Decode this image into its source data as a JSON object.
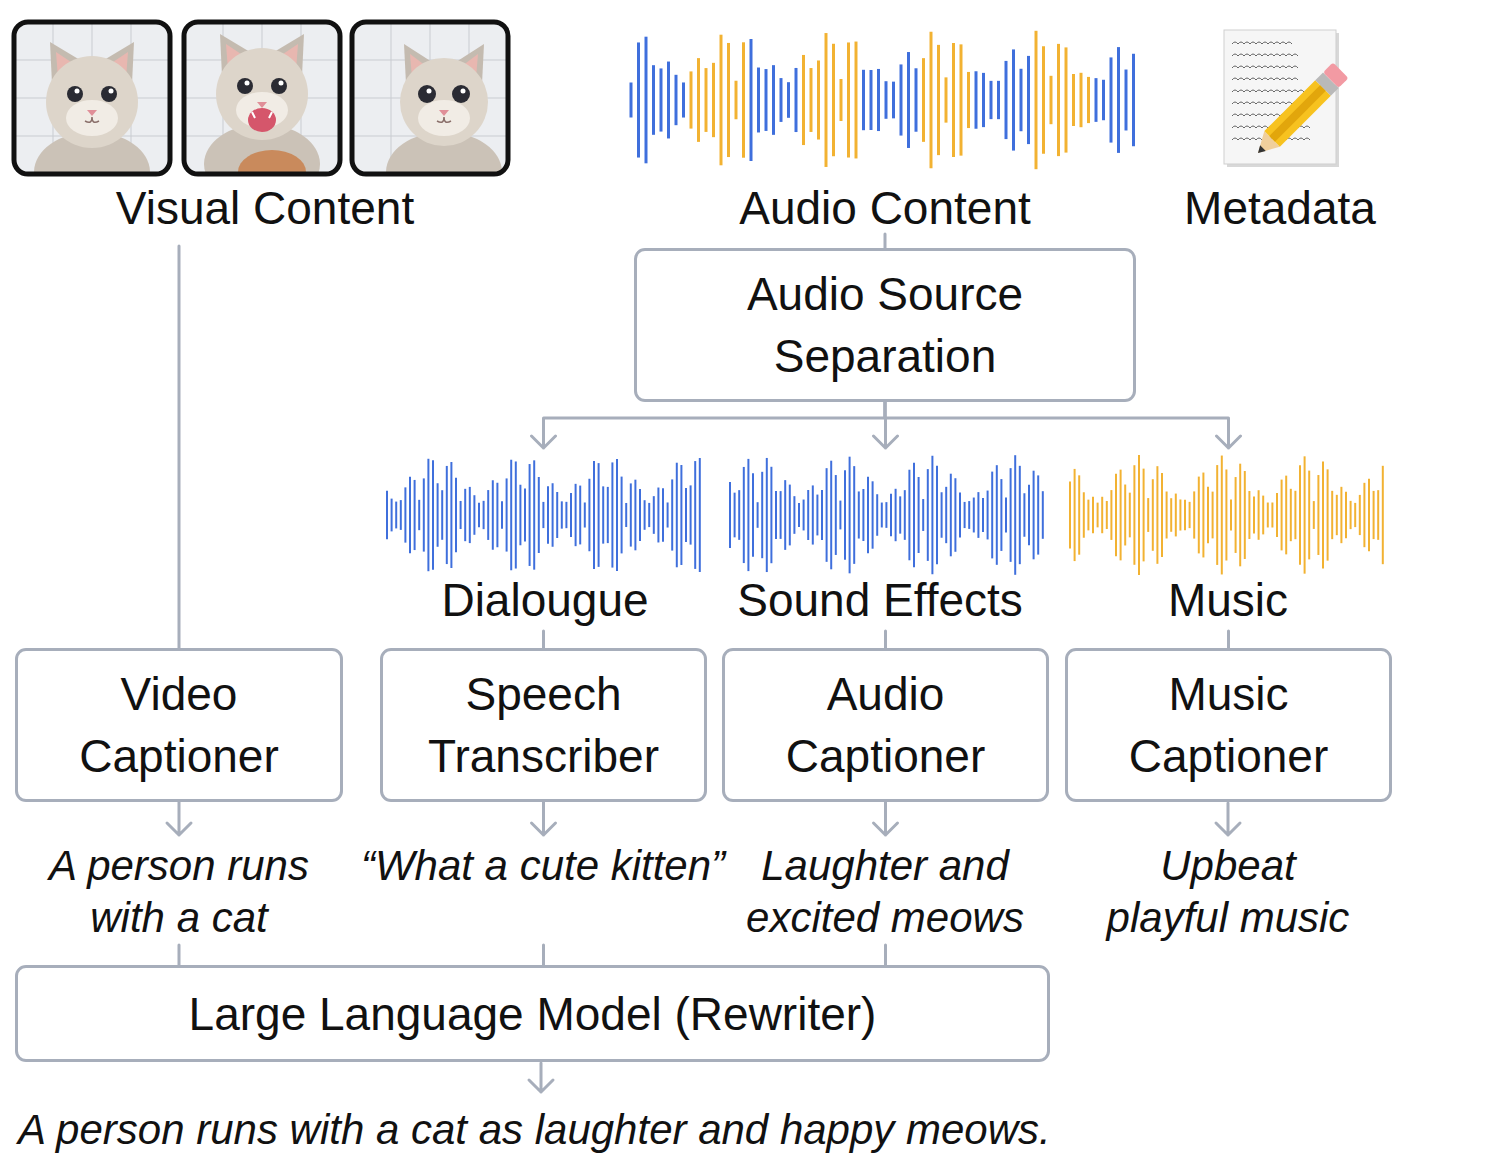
{
  "diagram": {
    "nodes": [
      {
        "text": [
          "Audio Source Separation"
        ]
      },
      {
        "text": [
          "Video Captioner"
        ]
      },
      {
        "text": [
          "Speech Transcriber"
        ]
      },
      {
        "text": [
          "Audio Captioner"
        ]
      },
      {
        "text": [
          "Music Captioner"
        ]
      },
      {
        "text": [
          "Large Language Model (Rewriter)"
        ]
      }
    ],
    "edges": [
      {
        "from": 0,
        "to": 2,
        "arrow": "to"
      },
      {
        "from": 0,
        "to": 3,
        "arrow": "to"
      },
      {
        "from": 0,
        "to": 4,
        "arrow": "to"
      },
      {
        "from": 1,
        "to": 5,
        "arrow": "to"
      },
      {
        "from": 2,
        "to": 5,
        "arrow": "to"
      },
      {
        "from": 3,
        "to": 5,
        "arrow": "to"
      }
    ],
    "labels": [
      "Visual Content",
      "Audio Content",
      "Metadata",
      "Dialougue",
      "Sound Effects",
      "Music",
      "A person runs with a cat",
      "“What a cute kitten”",
      "Laughter and excited meows",
      "Upbeat playful music",
      "A person runs with a cat as laughter and happy meows."
    ]
  }
}
